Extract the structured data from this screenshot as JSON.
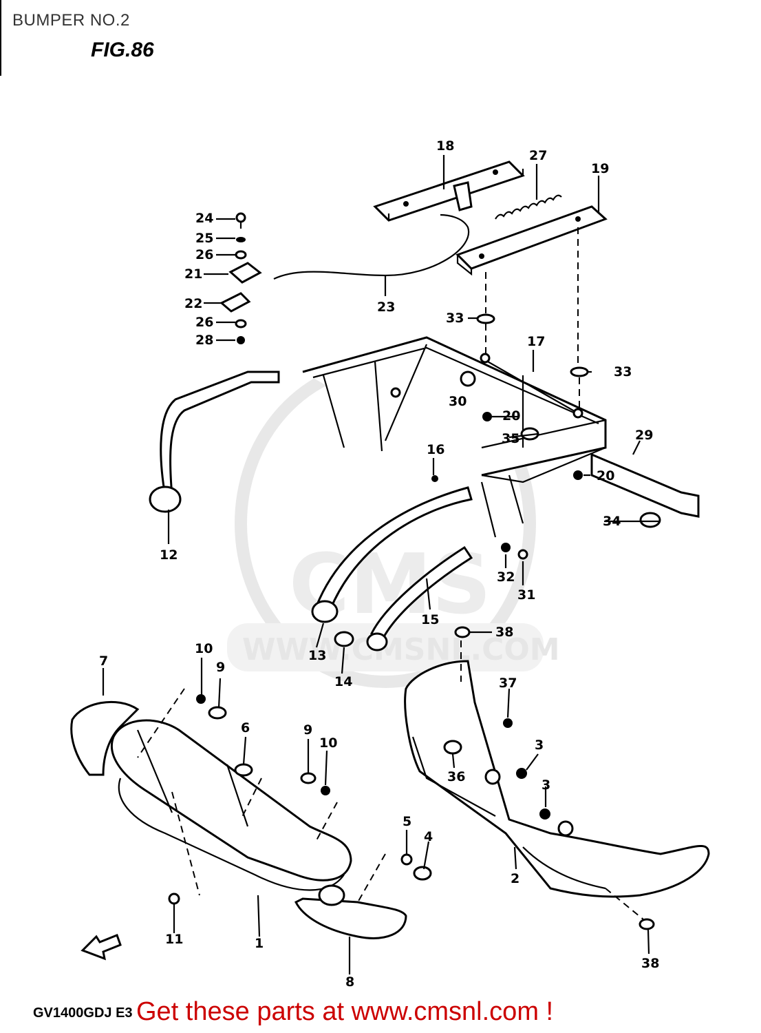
{
  "header": {
    "page_title": "BUMPER NO.2",
    "figure": "FIG.86"
  },
  "footer": {
    "model_code": "GV1400GDJ E3",
    "promo": "Get these parts at www.cmsnl.com !"
  },
  "watermark": {
    "brand": "CMS",
    "url": "WWW.CMSNL.COM"
  },
  "parts": [
    "1",
    "2",
    "3",
    "4",
    "5",
    "6",
    "7",
    "8",
    "9",
    "10",
    "11",
    "12",
    "13",
    "14",
    "15",
    "16",
    "17",
    "18",
    "19",
    "20",
    "21",
    "22",
    "23",
    "24",
    "25",
    "26",
    "27",
    "28",
    "29",
    "30",
    "31",
    "32",
    "33",
    "34",
    "35",
    "36",
    "37",
    "38"
  ],
  "colors": {
    "promo": "#cc0000",
    "line": "#000000",
    "background": "#ffffff"
  }
}
